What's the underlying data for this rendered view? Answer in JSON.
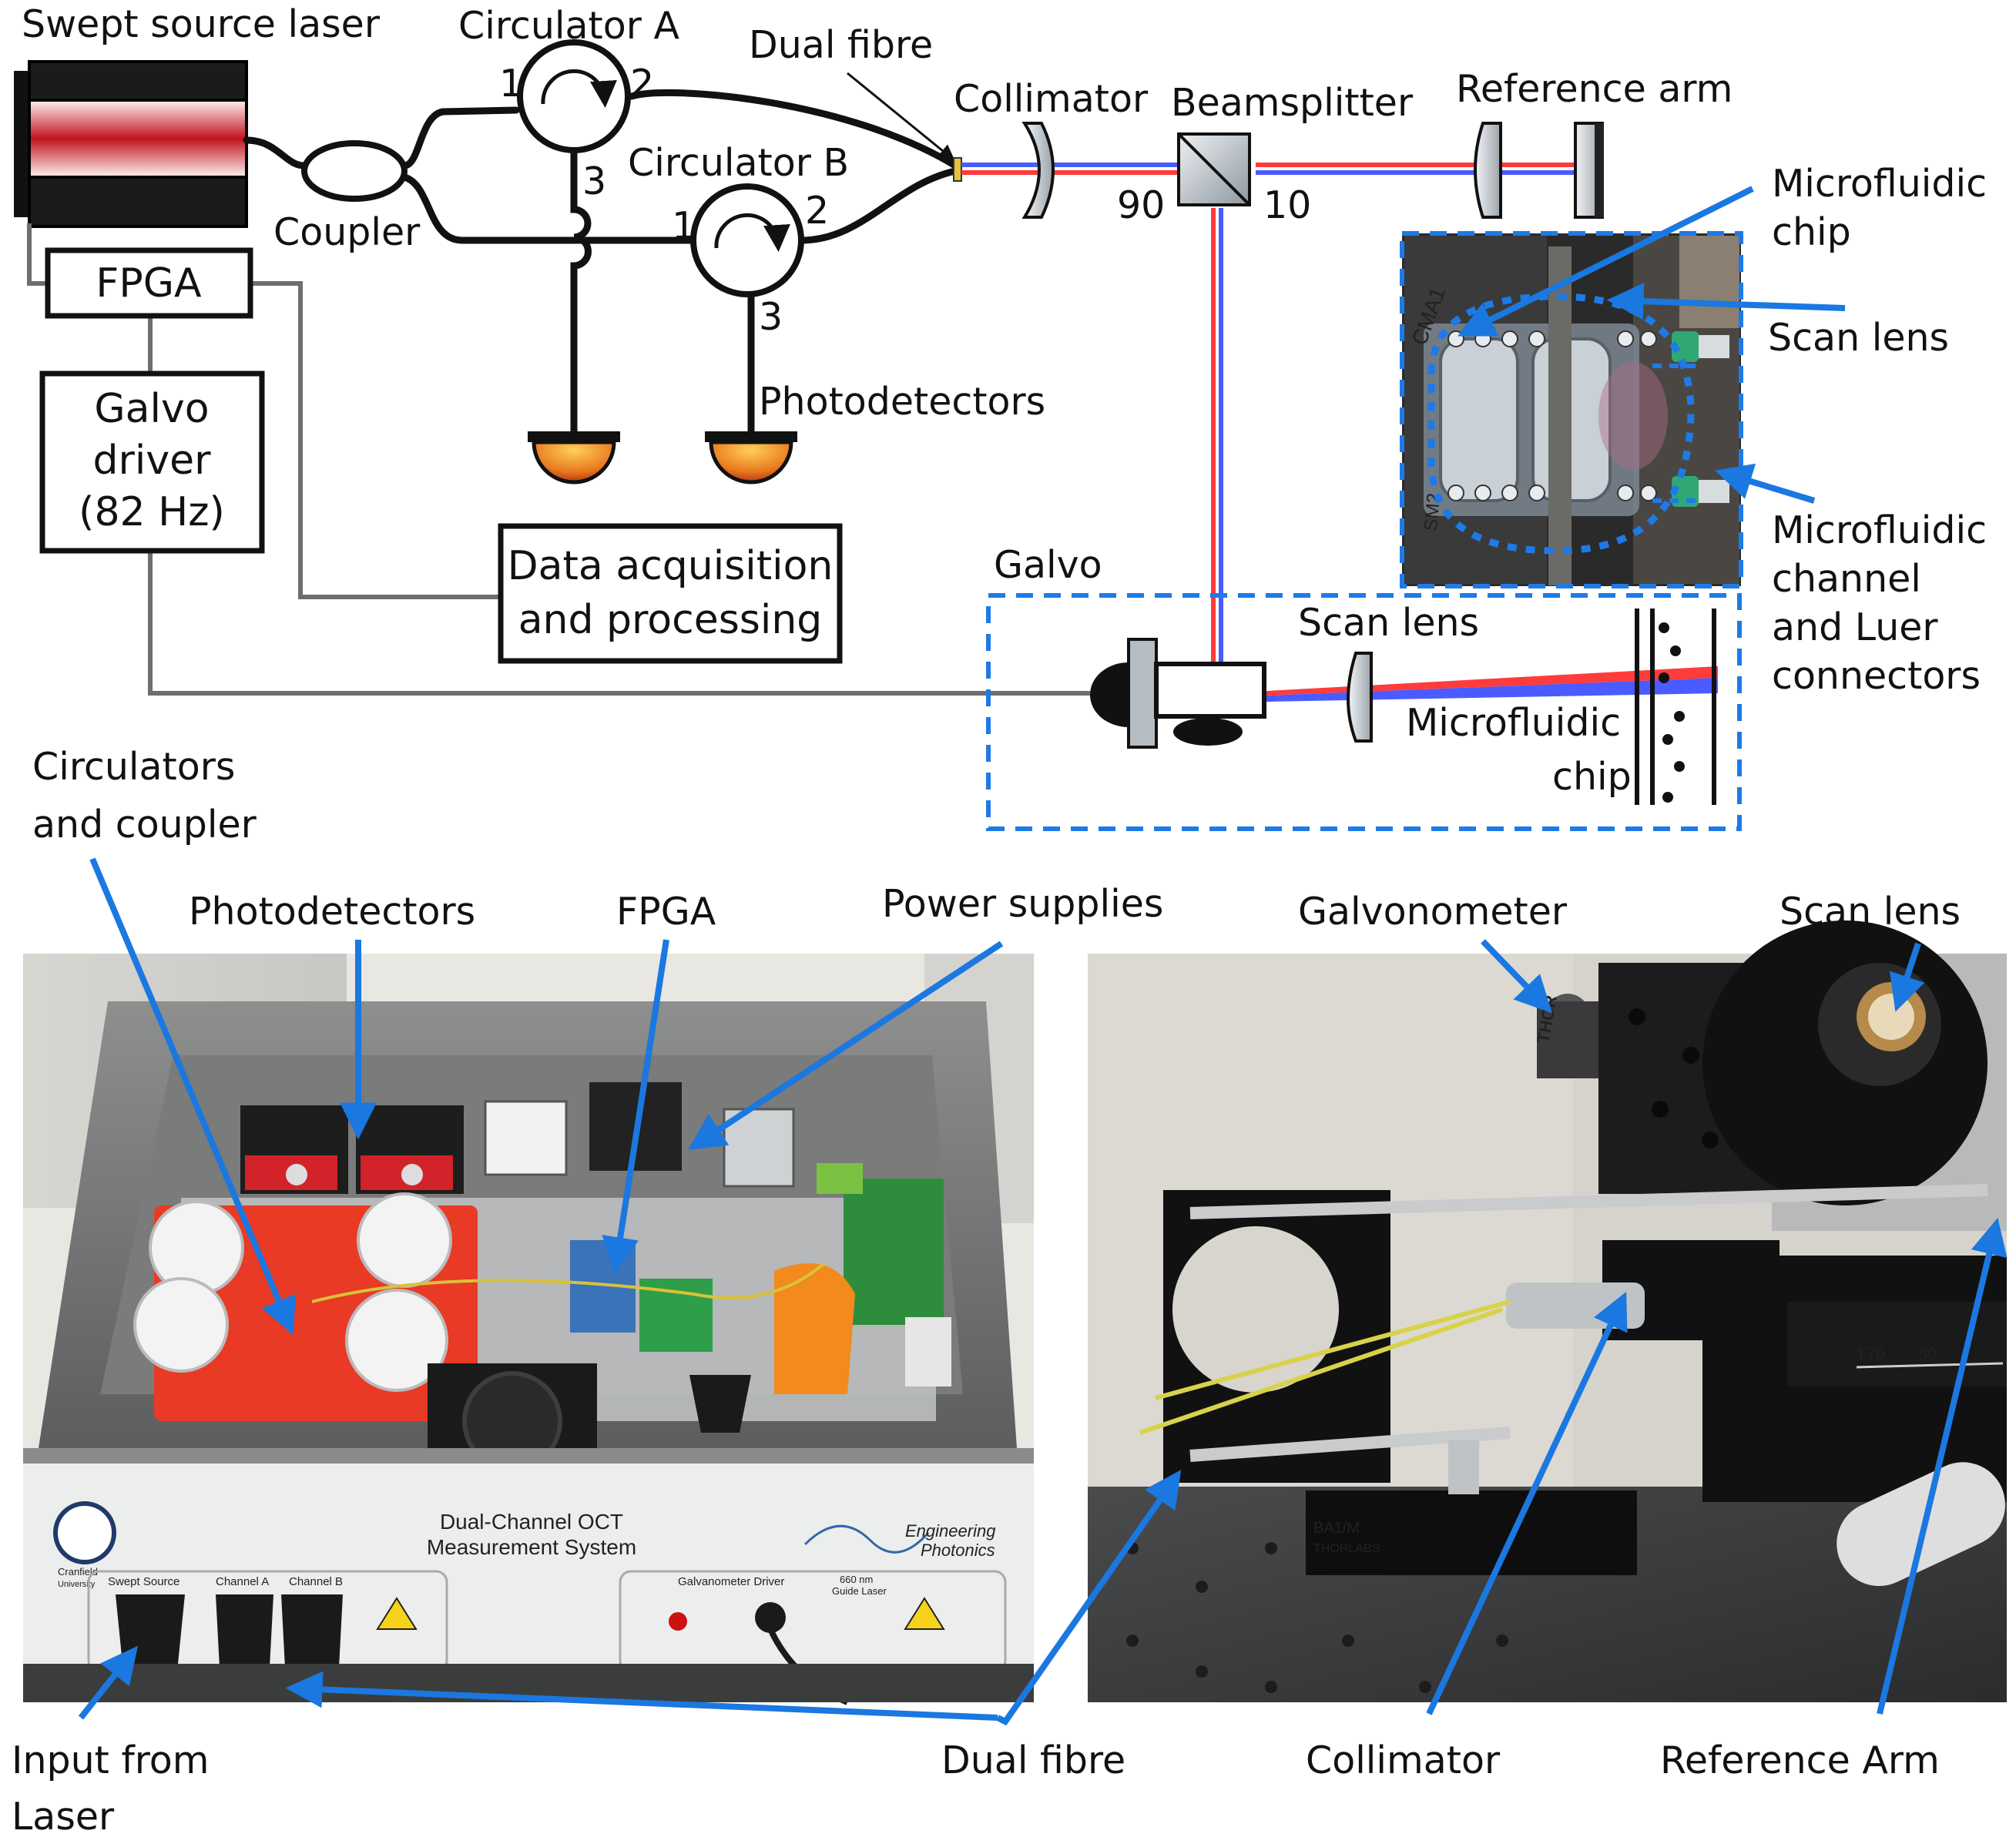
{
  "schematic": {
    "swept_source_laser": "Swept source laser",
    "circulator_a": "Circulator A",
    "circulator_b": "Circulator B",
    "dual_fibre": "Dual fibre",
    "collimator": "Collimator",
    "beamsplitter": "Beamsplitter",
    "reference_arm": "Reference arm",
    "coupler": "Coupler",
    "fpga": "FPGA",
    "galvo_driver_line1": "Galvo",
    "galvo_driver_line2": "driver",
    "galvo_driver_line3": "(82 Hz)",
    "photodetectors": "Photodetectors",
    "daq_line1": "Data acquisition",
    "daq_line2": "and processing",
    "galvo": "Galvo",
    "scan_lens": "Scan lens",
    "microfluidic_chip_line1": "Microfluidic",
    "microfluidic_chip_line2": "chip",
    "split_90": "90",
    "split_10": "10",
    "port_a1": "1",
    "port_a2": "2",
    "port_a3": "3",
    "port_b1": "1",
    "port_b2": "2",
    "port_b3": "3"
  },
  "inset": {
    "microfluidic_chip_line1": "Microfluidic",
    "microfluidic_chip_line2": "chip",
    "scan_lens": "Scan lens",
    "channel_line1": "Microfluidic",
    "channel_line2": "channel",
    "channel_line3": "and Luer",
    "channel_line4": "connectors",
    "engraving_1": "CMA1",
    "engraving_2": "SM2"
  },
  "photo_left": {
    "circulators_line1": "Circulators",
    "circulators_line2": "and coupler",
    "photodetectors": "Photodetectors",
    "fpga": "FPGA",
    "power_supplies": "Power supplies",
    "panel_title_line1": "Dual-Channel OCT",
    "panel_title_line2": "Measurement System",
    "brand_line1": "Engineering",
    "brand_line2": "Photonics",
    "cranfield_line1": "Cranfield",
    "cranfield_line2": "University",
    "port_swept": "Swept Source",
    "port_ch_a": "Channel A",
    "port_ch_b": "Channel B",
    "galvo_driver_label": "Galvanometer Driver",
    "guide_laser_line1": "660 nm",
    "guide_laser_line2": "Guide Laser"
  },
  "photo_right": {
    "galvanometer": "Galvonometer",
    "scan_lens": "Scan lens",
    "mount_label_1": "BA1/M",
    "mount_label_2": "THORLABS",
    "scale_170": "170",
    "scale_180": "80"
  },
  "bottom_labels": {
    "input_line1": "Input from",
    "input_line2": "Laser",
    "dual_fibre": "Dual fibre",
    "collimator": "Collimator",
    "reference_arm": "Reference Arm"
  },
  "colors": {
    "arrow_blue": "#1a78e0",
    "beam_red": "#ff3b3b",
    "beam_blue": "#4a5bff",
    "dashed_box": "#1e7ae6",
    "wire_grey": "#6e6e6e"
  }
}
